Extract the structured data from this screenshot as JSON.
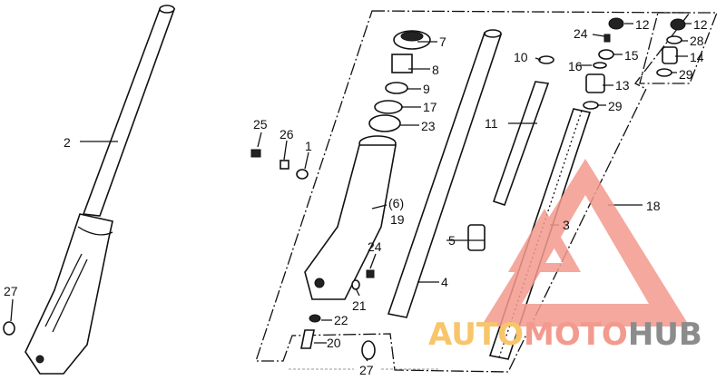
{
  "diagram": {
    "labels": {
      "p2": "2",
      "p27_left": "27",
      "p25": "25",
      "p26": "26",
      "p1": "1",
      "p7": "7",
      "p8": "8",
      "p9": "9",
      "p17": "17",
      "p23": "23",
      "p6": "(6)",
      "p19": "19",
      "p24_mid": "24",
      "p21": "21",
      "p22": "22",
      "p20": "20",
      "p27_bottom": "27",
      "p4": "4",
      "p5": "5",
      "p11": "11",
      "p10": "10",
      "p24_top": "24",
      "p12_a": "12",
      "p15": "15",
      "p16": "16",
      "p13": "13",
      "p29_a": "29",
      "p3": "3",
      "p18": "18",
      "p12_b": "12",
      "p28": "28",
      "p14": "14",
      "p29_b": "29"
    }
  },
  "watermark": {
    "part1": "AUTO",
    "part2": "MOTO",
    "part3": "HUB",
    "colors": {
      "auto": "#f8c56a",
      "moto": "#f39a8e",
      "hub": "#8c8c8c",
      "triangle": "#f39a8e"
    }
  }
}
